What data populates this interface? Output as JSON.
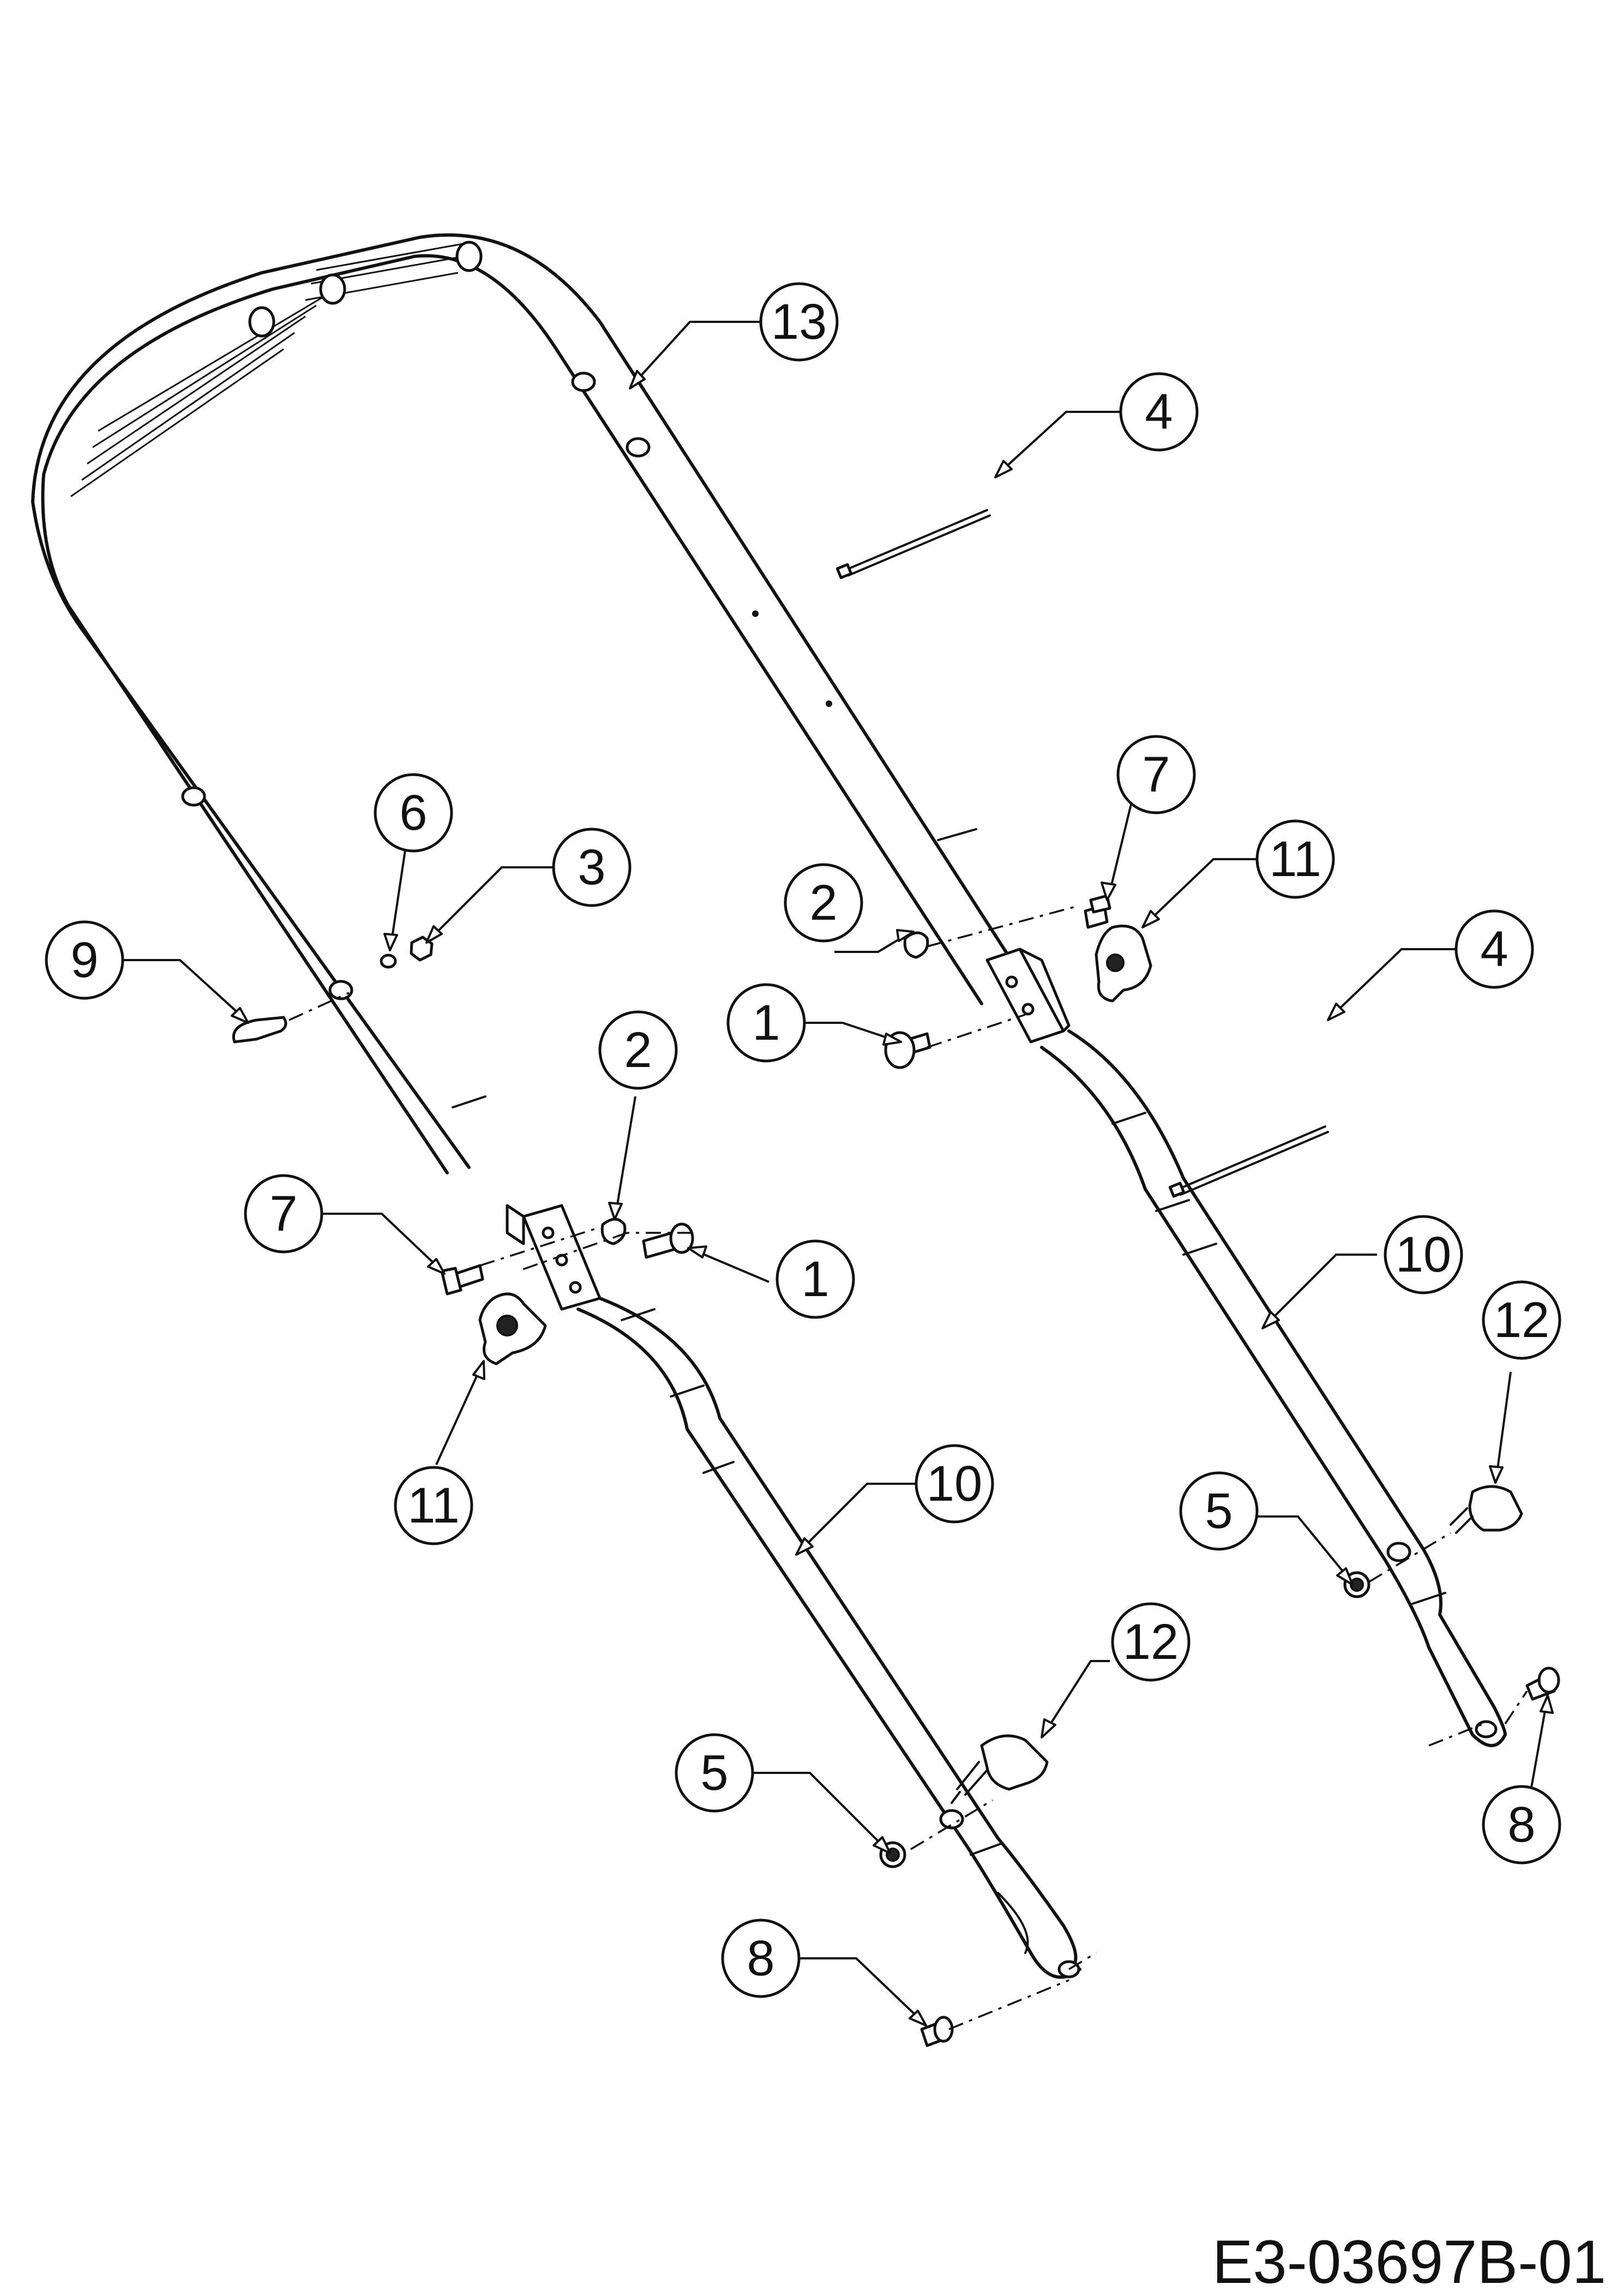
{
  "drawing_code": "E3-03697B-01",
  "callouts": [
    {
      "id": "c13",
      "label": "13"
    },
    {
      "id": "c4a",
      "label": "4"
    },
    {
      "id": "c7a",
      "label": "7"
    },
    {
      "id": "c11a",
      "label": "11"
    },
    {
      "id": "c4b",
      "label": "4"
    },
    {
      "id": "c6",
      "label": "6"
    },
    {
      "id": "c3",
      "label": "3"
    },
    {
      "id": "c9",
      "label": "9"
    },
    {
      "id": "c2a",
      "label": "2"
    },
    {
      "id": "c1a",
      "label": "1"
    },
    {
      "id": "c2b",
      "label": "2"
    },
    {
      "id": "c7b",
      "label": "7"
    },
    {
      "id": "c1b",
      "label": "1"
    },
    {
      "id": "c10a",
      "label": "10"
    },
    {
      "id": "c12a",
      "label": "12"
    },
    {
      "id": "c11b",
      "label": "11"
    },
    {
      "id": "c5a",
      "label": "5"
    },
    {
      "id": "c10b",
      "label": "10"
    },
    {
      "id": "c12b",
      "label": "12"
    },
    {
      "id": "c8a",
      "label": "8"
    },
    {
      "id": "c5b",
      "label": "5"
    },
    {
      "id": "c8b",
      "label": "8"
    }
  ]
}
